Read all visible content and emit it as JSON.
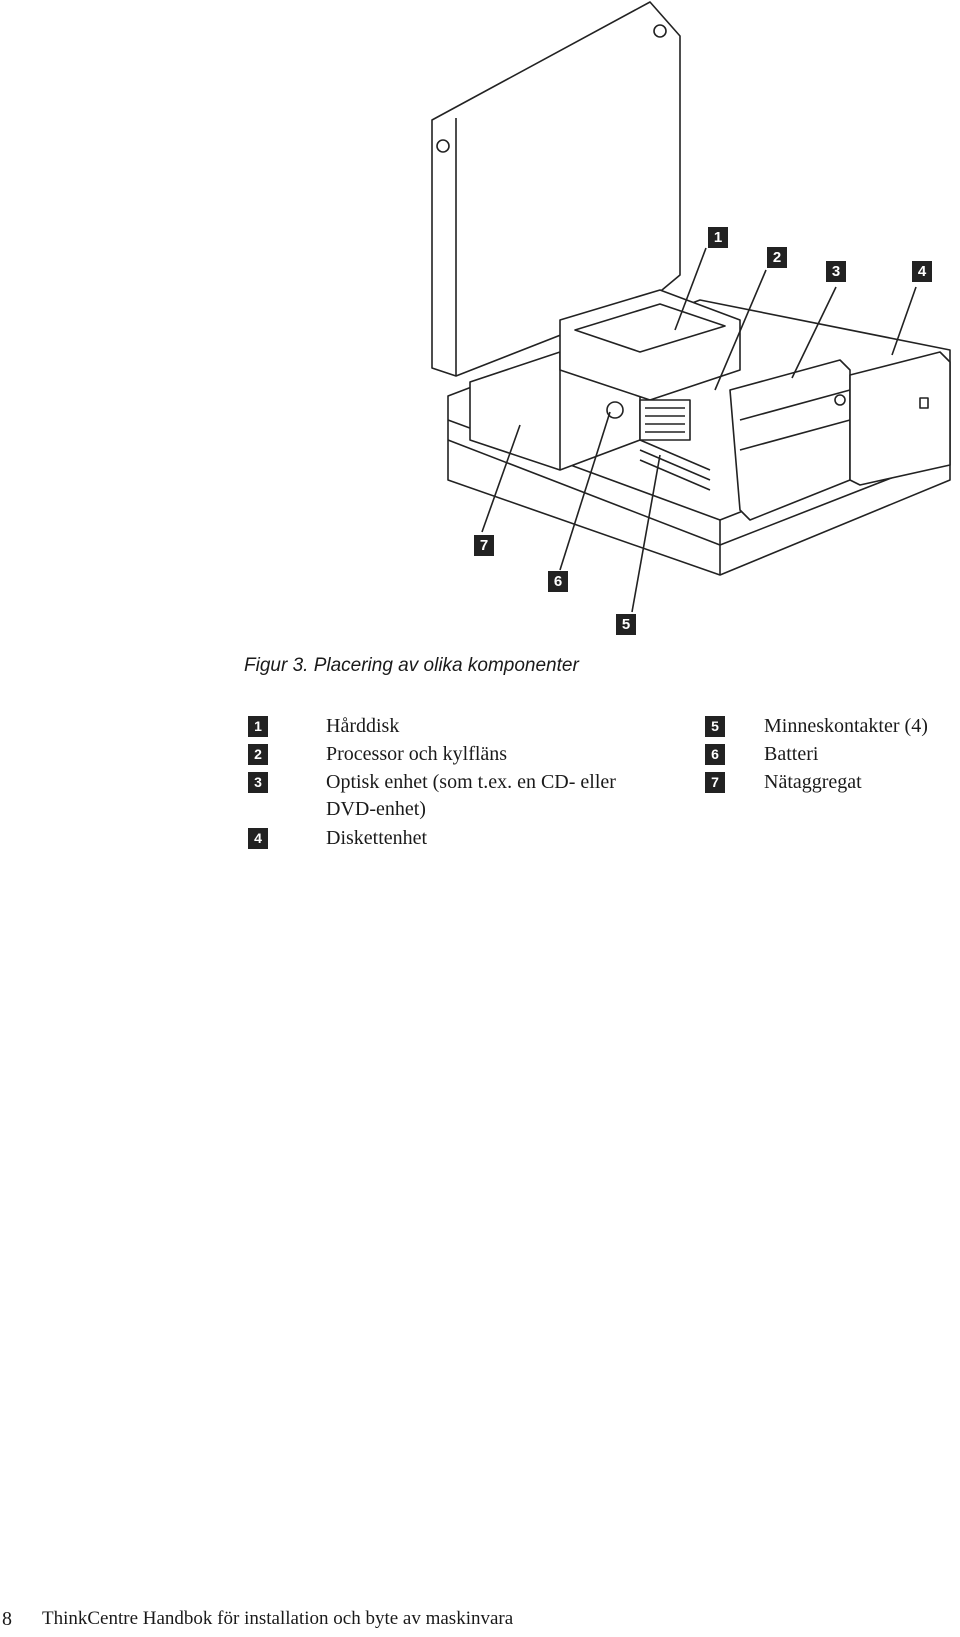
{
  "figure": {
    "callouts": [
      "1",
      "2",
      "3",
      "4",
      "5",
      "6",
      "7"
    ],
    "caption": "Figur 3. Placering av olika komponenter"
  },
  "legend": [
    {
      "num": "1",
      "text": "Hårddisk"
    },
    {
      "num": "2",
      "text": "Processor och kylfläns"
    },
    {
      "num": "3",
      "text": "Optisk enhet (som t.ex. en CD- eller",
      "text2": "DVD-enhet)"
    },
    {
      "num": "4",
      "text": "Diskettenhet"
    },
    {
      "num": "5",
      "text": "Minneskontakter (4)"
    },
    {
      "num": "6",
      "text": "Batteri"
    },
    {
      "num": "7",
      "text": "Nätaggregat"
    }
  ],
  "footer": {
    "page_number": "8",
    "title": "ThinkCentre Handbok för installation och byte av maskinvara"
  }
}
